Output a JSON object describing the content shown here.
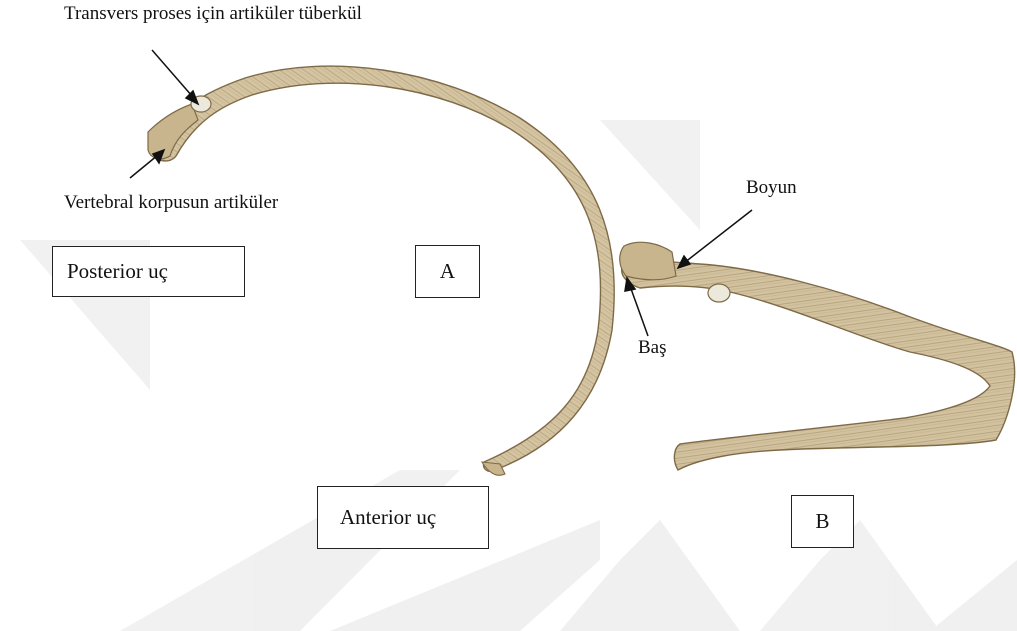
{
  "figure": {
    "labels": {
      "transverse_tubercle": "Transvers proses için artiküler tüberkül",
      "vertebral_articular": "Vertebral korpusun artiküler",
      "neck": "Boyun",
      "head": "Baş"
    },
    "boxes": {
      "posterior_end": "Posterior uç",
      "anterior_end": "Anterior uç",
      "panel_a": "A",
      "panel_b": "B"
    },
    "colors": {
      "bone_fill": "#d4c4a2",
      "bone_shadow": "#a58f68",
      "bone_outline": "#7f6a48",
      "cartilage": "#ece8dc",
      "watermark": "#ececec",
      "text": "#111111"
    }
  }
}
